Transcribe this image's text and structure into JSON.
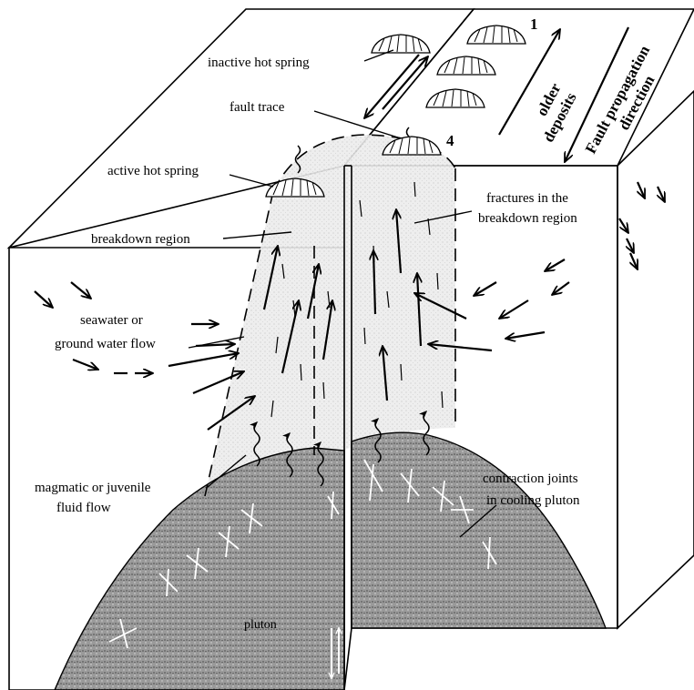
{
  "labels": {
    "inactive_hot_spring": "inactive hot spring",
    "fault_trace": "fault trace",
    "active_hot_spring": "active hot spring",
    "breakdown_region": "breakdown region",
    "seawater_line1": "seawater or",
    "seawater_line2": "ground water flow",
    "magmatic_line1": "magmatic or juvenile",
    "magmatic_line2": "fluid flow",
    "fractures_line1": "fractures in the",
    "fractures_line2": "breakdown region",
    "contraction_line1": "contraction joints",
    "contraction_line2": "in cooling pluton",
    "pluton": "pluton",
    "older_deposits_line1": "older",
    "older_deposits_line2": "deposits",
    "fault_prop_line1": "Fault propagation",
    "fault_prop_line2": "direction",
    "marker_1": "1",
    "marker_4": "4"
  },
  "colors": {
    "line": "#000000",
    "background": "#ffffff",
    "plume": "#e4e4e4",
    "pluton": "#8f8f8f"
  },
  "icons": {
    "hot_spring": "scalloped-mound-icon",
    "flow_arrow": "arrow-icon",
    "fluid_flow": "wavy-arrow-icon"
  }
}
